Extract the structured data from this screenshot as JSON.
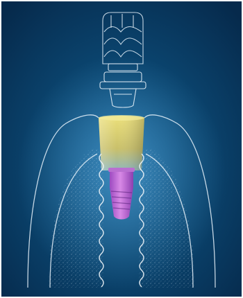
{
  "illustration": {
    "subject_icon": "dental-implant-illustration-icon",
    "colors": {
      "background_dark": "#062a4c",
      "background_mid": "#0b4772",
      "glow": "#2a7fb8",
      "line": "#e8f2fa",
      "abutment_top": "#e9df78",
      "abutment_mid": "#b9b463",
      "abutment_bottom": "#7fb9cf",
      "implant_body": "#c86fd8",
      "implant_shadow": "#8e3fb0"
    },
    "parts": [
      {
        "name": "crown",
        "icon": "crown-icon"
      },
      {
        "name": "abutment-screw",
        "icon": "screw-head-icon"
      },
      {
        "name": "abutment",
        "icon": "abutment-icon"
      },
      {
        "name": "implant-fixture",
        "icon": "implant-fixture-icon"
      },
      {
        "name": "gum-outline",
        "icon": "gum-outline-icon"
      },
      {
        "name": "bone",
        "icon": "bone-texture-icon"
      }
    ]
  }
}
